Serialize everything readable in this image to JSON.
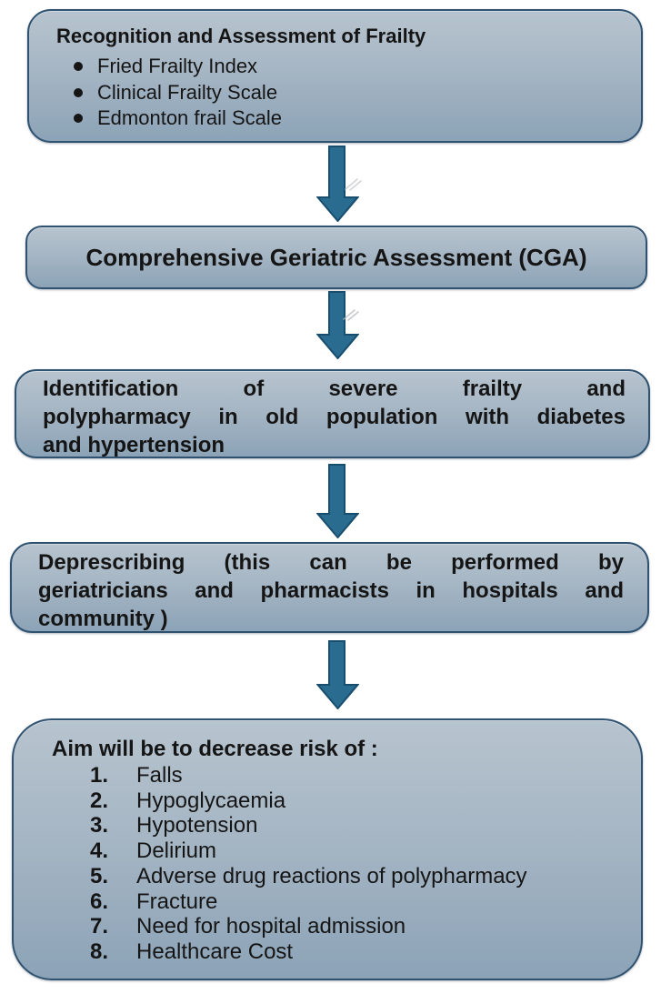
{
  "colors": {
    "box-top": "#b7c4cf",
    "box-mid": "#a6b6c4",
    "box-bottom": "#8ca3b7",
    "box-border": "#2f5270",
    "arrow-fill": "#2a6b90",
    "arrow-stroke": "#174d6d",
    "ink": "#151515"
  },
  "flow": {
    "step1": {
      "title": "Recognition and Assessment of Frailty",
      "bullets": [
        "Fried Frailty Index",
        "Clinical Frailty Scale",
        "Edmonton frail Scale"
      ]
    },
    "step2": {
      "title": "Comprehensive Geriatric Assessment (CGA)"
    },
    "step3": {
      "lines": [
        "Identification of severe frailty and",
        "polypharmacy in old population with diabetes",
        "and hypertension"
      ]
    },
    "step4": {
      "lines": [
        "Deprescribing (this can be performed by",
        "geriatricians and pharmacists in hospitals and",
        "community )"
      ]
    },
    "step5": {
      "title": "Aim will be to decrease risk of :",
      "items": [
        {
          "num": "1.",
          "text": "Falls"
        },
        {
          "num": "2.",
          "text": "Hypoglycaemia"
        },
        {
          "num": "3.",
          "text": "Hypotension"
        },
        {
          "num": "4.",
          "text": "Delirium"
        },
        {
          "num": "5.",
          "text": "Adverse drug reactions of polypharmacy"
        },
        {
          "num": "6.",
          "text": "Fracture"
        },
        {
          "num": "7.",
          "text": "Need for hospital admission"
        },
        {
          "num": "8.",
          "text": "Healthcare Cost"
        }
      ]
    }
  }
}
